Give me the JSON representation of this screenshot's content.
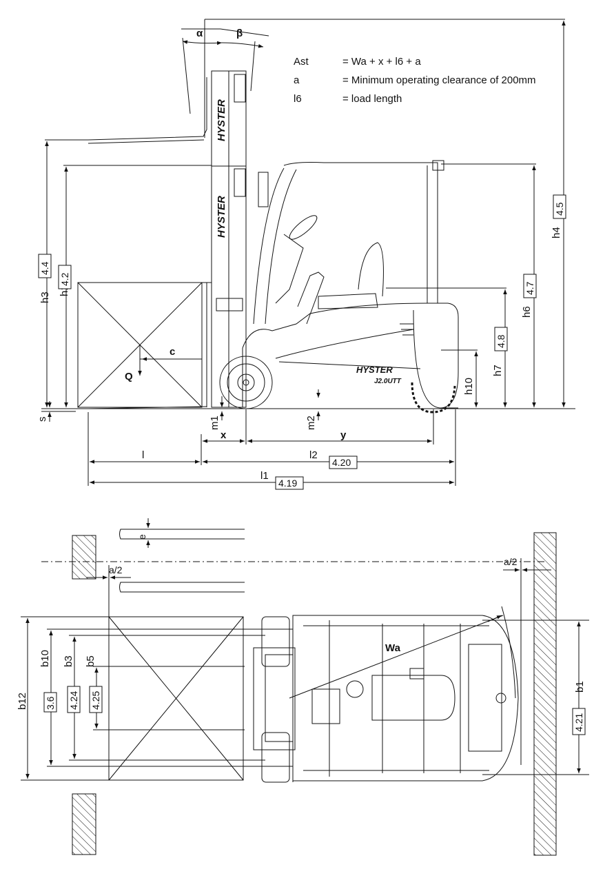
{
  "legend": {
    "rows": [
      {
        "term": "Ast",
        "definition": "= Wa + x + l6 + a"
      },
      {
        "term": "a",
        "definition": "= Minimum operating clearance of 200mm"
      },
      {
        "term": "l6",
        "definition": "= load length"
      }
    ]
  },
  "side_view": {
    "labels": {
      "alpha": "α",
      "beta": "β",
      "h4": "h4",
      "h4_ref": "4.5",
      "h3": "h3",
      "h3_ref": "4.4",
      "h1": "h1",
      "h1_ref": "4.2",
      "h6": "h6",
      "h6_ref": "4.7",
      "h7": "h7",
      "h7_ref": "4.8",
      "h10": "h10",
      "c": "c",
      "q": "Q",
      "s": "s",
      "m1": "m1",
      "m2": "m2",
      "x": "x",
      "y": "y",
      "l": "l",
      "l2": "l2",
      "l2_ref": "4.20",
      "l1": "l1",
      "l1_ref": "4.19"
    },
    "branding": {
      "mast_text": "HYSTER",
      "model": "HYSTER",
      "model_sub": "J2.0UTT"
    }
  },
  "top_view": {
    "labels": {
      "a2_left": "a/2",
      "a2_right": "a/2",
      "wa": "Wa",
      "e": "e",
      "b12": "b12",
      "b10": "b10",
      "b10_ref": "3.6",
      "b3": "b3",
      "b3_ref": "4.24",
      "b5": "b5",
      "b5_ref": "4.25",
      "b1": "b1",
      "b1_ref": "4.21"
    }
  }
}
